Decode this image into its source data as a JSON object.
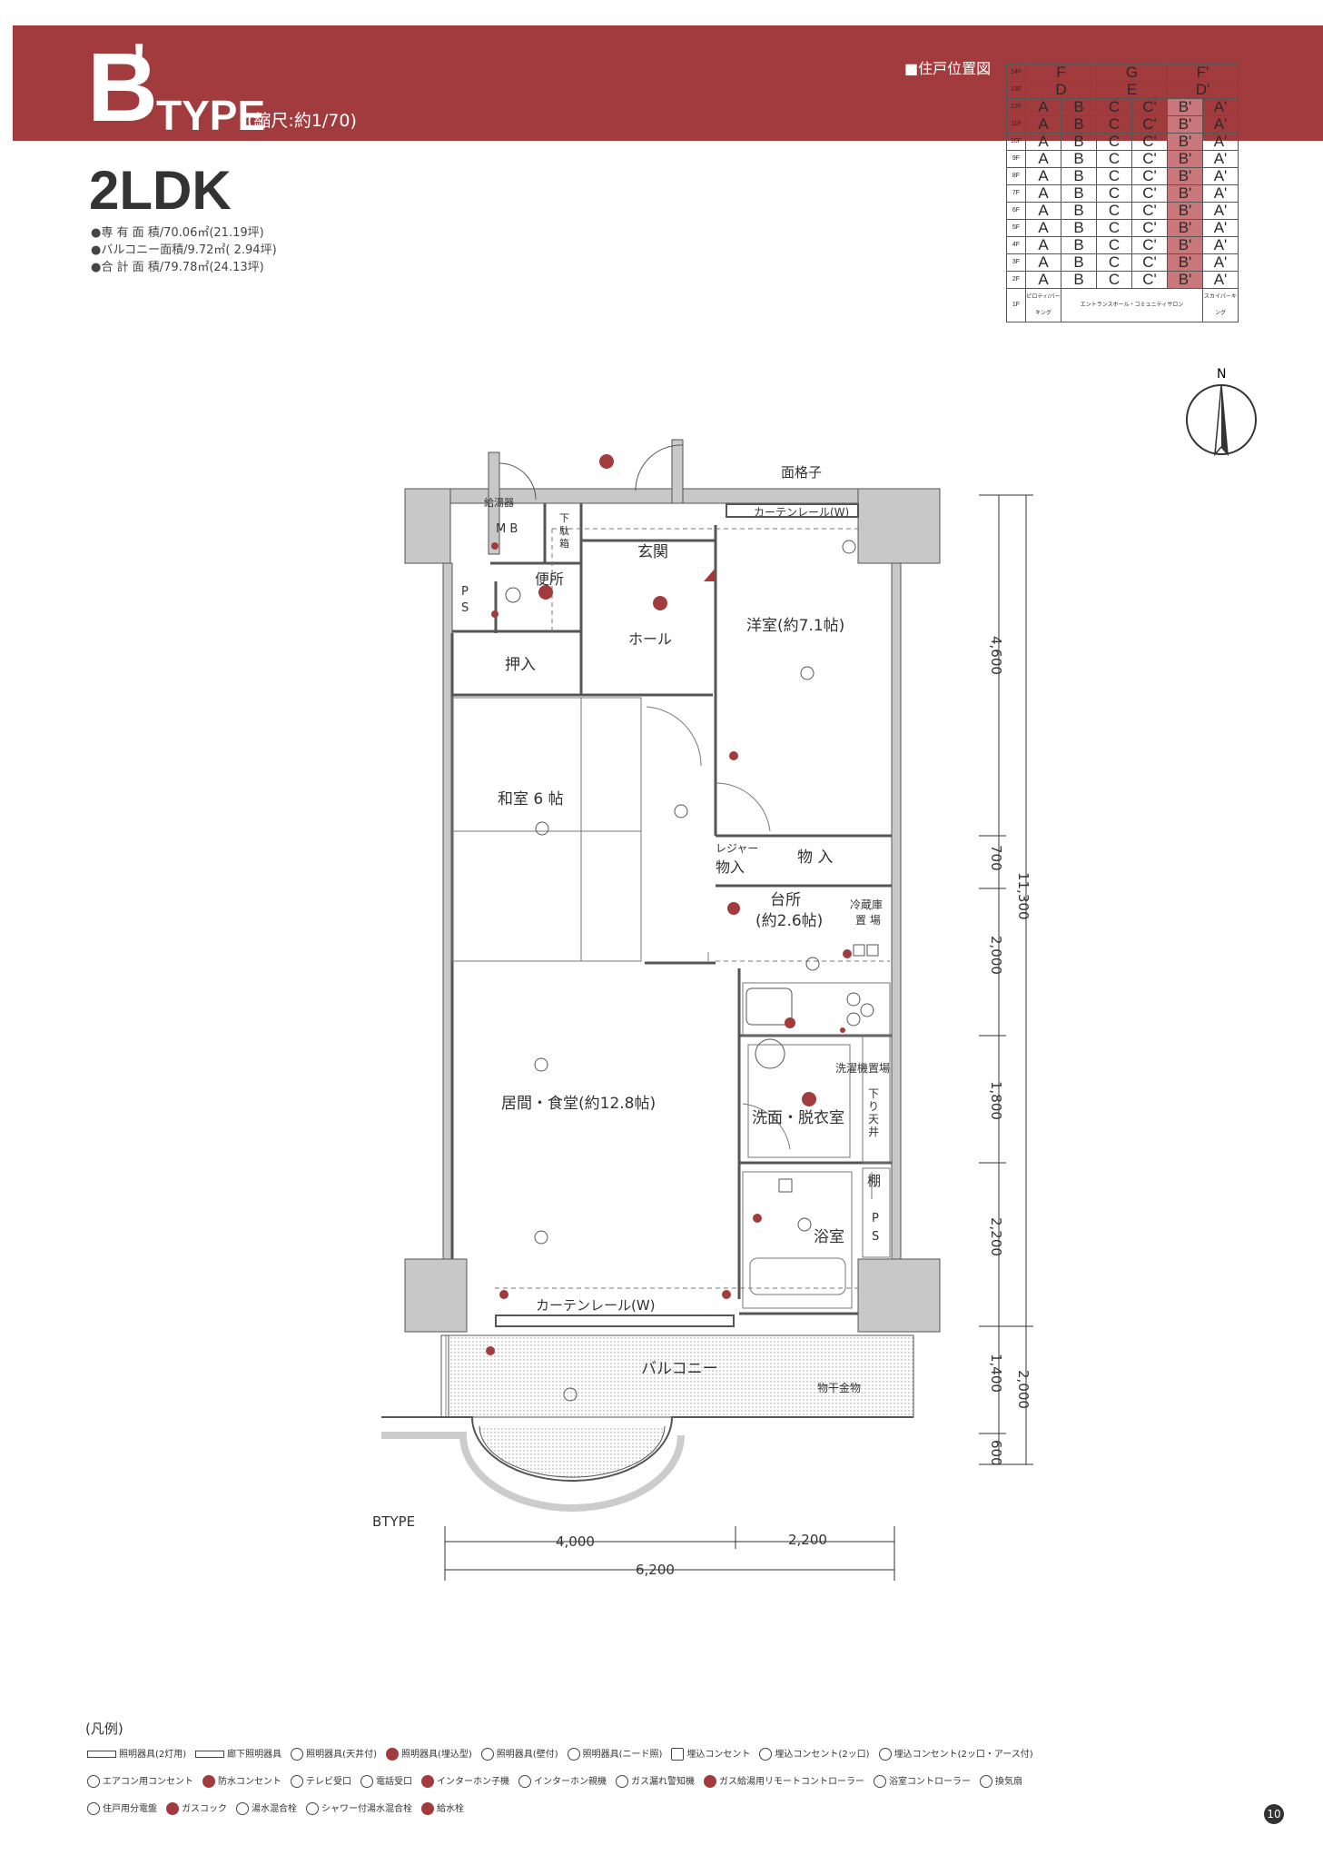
{
  "header": {
    "type_letter": "B",
    "type_prime": "'",
    "type_word": "TYPE",
    "scale": "(縮尺:約1/70)",
    "location_map_title": "■住戸位置図"
  },
  "plan": {
    "layout": "2LDK",
    "areas": [
      {
        "label": "●専 有 面 積/",
        "value": "70.06㎡(21.19坪)"
      },
      {
        "label": "●バルコニー面積/",
        "value": "9.72㎡( 2.94坪)"
      },
      {
        "label": "●合 計 面 積/",
        "value": "79.78㎡(24.13坪)"
      }
    ]
  },
  "location_grid": {
    "rows": [
      {
        "floor": "14F",
        "cells": [
          "F",
          "G",
          "F'"
        ],
        "wide": true
      },
      {
        "floor": "13F",
        "cells": [
          "D",
          "E",
          "D'"
        ],
        "wide": true
      },
      {
        "floor": "12F",
        "cells": [
          "A",
          "B",
          "C",
          "C'",
          "B'",
          "A'"
        ]
      },
      {
        "floor": "11F",
        "cells": [
          "A",
          "B",
          "C",
          "C'",
          "B'",
          "A'"
        ]
      },
      {
        "floor": "10F",
        "cells": [
          "A",
          "B",
          "C",
          "C'",
          "B'",
          "A'"
        ]
      },
      {
        "floor": "9F",
        "cells": [
          "A",
          "B",
          "C",
          "C'",
          "B'",
          "A'"
        ]
      },
      {
        "floor": "8F",
        "cells": [
          "A",
          "B",
          "C",
          "C'",
          "B'",
          "A'"
        ]
      },
      {
        "floor": "7F",
        "cells": [
          "A",
          "B",
          "C",
          "C'",
          "B'",
          "A'"
        ]
      },
      {
        "floor": "6F",
        "cells": [
          "A",
          "B",
          "C",
          "C'",
          "B'",
          "A'"
        ]
      },
      {
        "floor": "5F",
        "cells": [
          "A",
          "B",
          "C",
          "C'",
          "B'",
          "A'"
        ]
      },
      {
        "floor": "4F",
        "cells": [
          "A",
          "B",
          "C",
          "C'",
          "B'",
          "A'"
        ]
      },
      {
        "floor": "3F",
        "cells": [
          "A",
          "B",
          "C",
          "C'",
          "B'",
          "A'"
        ]
      },
      {
        "floor": "2F",
        "cells": [
          "A",
          "B",
          "C",
          "C'",
          "B'",
          "A'"
        ]
      }
    ],
    "ground": {
      "floor": "1F",
      "cells": [
        "ピロティ/パーキング",
        "エントランスホール・コミュニティサロン",
        "スカイパーキング"
      ]
    },
    "highlight_column": 4,
    "highlight_color": "#c9777a"
  },
  "compass": {
    "north": "N"
  },
  "rooms": {
    "kyutoki": "給湯器",
    "mb": "M B",
    "geta1": "下",
    "geta2": "駄",
    "geta3": "箱",
    "genkan": "玄関",
    "benjo": "便所",
    "hall": "ホール",
    "ps1": "P",
    "ps2": "S",
    "oshiire": "押入",
    "yoshitsu": "洋室(約7.1帖)",
    "washitsu": "和室 6 帖",
    "leisure1": "レジャー",
    "leisure2": "物入",
    "monoire": "物 入",
    "daidokoro1": "台所",
    "daidokoro2": "(約2.6帖)",
    "reizoko1": "冷蔵庫",
    "reizoko2": "置 場",
    "ldk": "居間・食堂(約12.8帖)",
    "sentakuki": "洗濯機置場",
    "senmen": "洗面・脱衣室",
    "shita1": "下",
    "shita2": "り",
    "shita3": "天",
    "shita4": "井",
    "tana": "棚",
    "yokushitsu": "浴室",
    "ps3": "P",
    "ps4": "S",
    "balcony": "バルコニー",
    "monohoshi": "物干金物",
    "mengoshi": "面格子",
    "curtain_top": "カーテンレール(W)",
    "curtain_bottom": "カーテンレール(W)"
  },
  "dims": {
    "v_4600": "4,600",
    "v_700": "700",
    "v_2000": "2,000",
    "v_1800": "1,800",
    "v_2200": "2,200",
    "v_1400": "1,400",
    "v_600": "600",
    "v_11300": "11,300",
    "v_2000b": "2,000",
    "h_4000": "4,000",
    "h_2200": "2,200",
    "h_6200": "6,200",
    "btype": "BTYPE"
  },
  "legend": {
    "title": "(凡例)",
    "items1": [
      "照明器具(2灯用)",
      "廊下照明器具",
      "照明器具(天井付)",
      "照明器具(埋込型)",
      "照明器具(壁付)",
      "照明器具(ニード照)",
      "埋込コンセント",
      "埋込コンセント(2ッ口)",
      "埋込コンセント(2ッ口・アース付)"
    ],
    "items2": [
      "エアコン用コンセント",
      "防水コンセント",
      "テレビ受口",
      "電話受口",
      "インターホン子機",
      "インターホン親機",
      "ガス漏れ警知機",
      "ガス給湯用リモートコントローラー",
      "浴室コントローラー",
      "換気扇"
    ],
    "items3": [
      "住戸用分電盤",
      "ガスコック",
      "湯水混合栓",
      "シャワー付湯水混合栓",
      "給水栓"
    ]
  },
  "page_number": "10",
  "colors": {
    "accent": "#a23b3e",
    "wall": "#c8c8c8"
  }
}
